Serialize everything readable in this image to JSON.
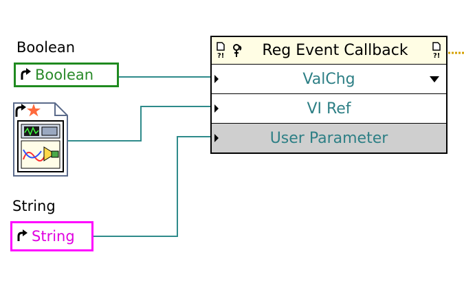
{
  "labels": {
    "boolean": "Boolean",
    "string": "String"
  },
  "controls": {
    "boolean": "Boolean",
    "string": "String"
  },
  "node": {
    "title": "Reg Event Callback",
    "rows": {
      "event": "ValChg",
      "vi_ref": "VI Ref",
      "user_parameter": "User Parameter"
    }
  },
  "colors": {
    "boolean_ref": "#1f8a1f",
    "boolean_text": "#2a8a2a",
    "string_ref": "#ff00ff",
    "string_text": "#e000e0",
    "wire": "#2d8a8a",
    "node_title_bg": "#fffde4",
    "row_gray": "#cfcfcf",
    "row_text": "#2d7f85",
    "event_terminal": "#d4a000"
  },
  "icons": {
    "ref_arrow": "arrow-ref-icon",
    "vi_icon": "vi-ref-icon",
    "callback_terminal": "callback-terminal-icon",
    "dropdown": "dropdown-arrow-icon"
  }
}
